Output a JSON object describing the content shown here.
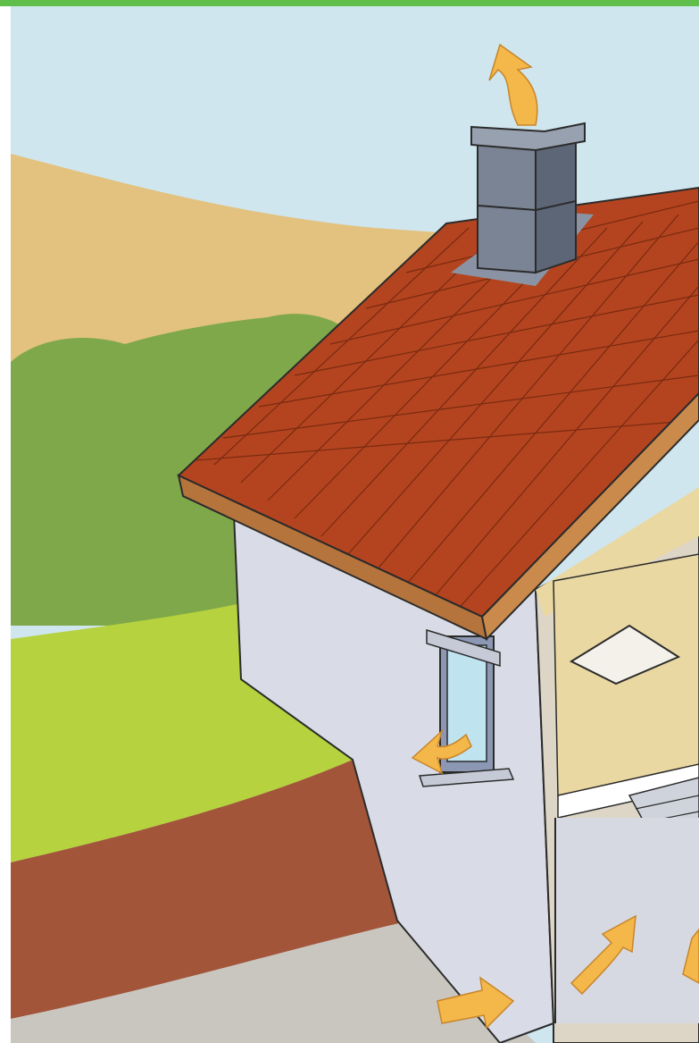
{
  "illustration": {
    "subject": "house-cutaway-ventilation",
    "colors": {
      "top_bar": "#5fbf4a",
      "sky": "#cfe6ee",
      "hill": "#e2c27e",
      "shrubs": "#7fa84a",
      "lawn": "#b6d23e",
      "soil": "#a3553a",
      "pavement": "#c9c6c0",
      "wall": "#d9dce6",
      "roof": "#b3441f",
      "fascia": "#b5743c",
      "interior_wood": "#ead8a2",
      "chimney": "#7a8494",
      "arrow": "#f4b74a",
      "outline": "#2b2b2b"
    },
    "icons": [
      "chimney-up-arrow",
      "window-vent-arrow",
      "ground-inlet-arrow",
      "basement-up-arrow"
    ]
  }
}
